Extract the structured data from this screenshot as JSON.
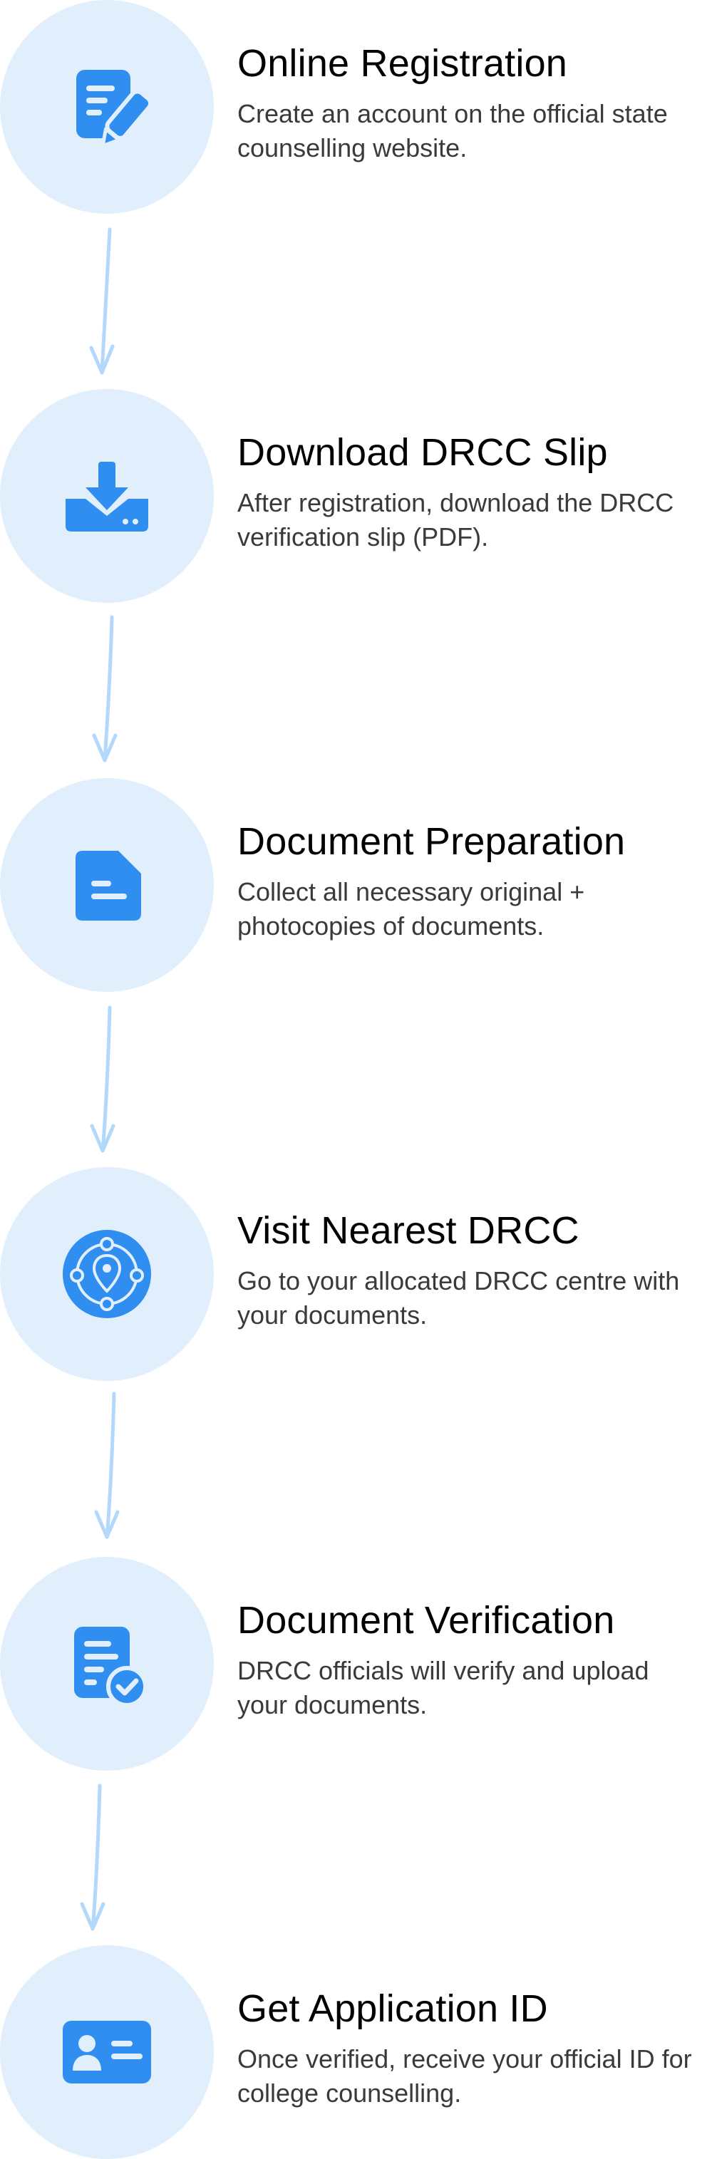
{
  "colors": {
    "circle_bg": "#e1effd",
    "icon": "#2f8ef0",
    "arrow": "#b2d8fc",
    "title": "#000000",
    "text": "#3a3a3a"
  },
  "steps": [
    {
      "icon": "form-pencil-icon",
      "title": "Online Registration",
      "desc": "Create an account on the official state counselling website."
    },
    {
      "icon": "download-tray-icon",
      "title": "Download DRCC Slip",
      "desc": "After registration, download the DRCC verification slip (PDF)."
    },
    {
      "icon": "document-icon",
      "title": "Document Preparation",
      "desc": "Collect all necessary original + photocopies of documents."
    },
    {
      "icon": "location-network-icon",
      "title": "Visit Nearest DRCC",
      "desc": "Go to your allocated DRCC centre with your documents."
    },
    {
      "icon": "document-check-icon",
      "title": "Document Verification",
      "desc": "DRCC officials will verify and upload your documents."
    },
    {
      "icon": "id-card-icon",
      "title": "Get Application ID",
      "desc": "Once verified, receive your official ID for college counselling."
    }
  ]
}
